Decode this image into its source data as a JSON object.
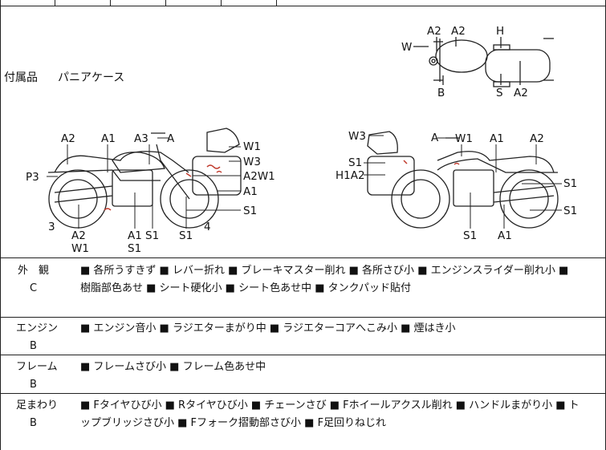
{
  "accessories": {
    "label": "付属品",
    "value": "パニアケース"
  },
  "diagram": {
    "top_labels": [
      "W",
      "A2",
      "A2",
      "H",
      "B",
      "S",
      "A2"
    ],
    "left_labels": [
      "A2",
      "A1",
      "A3",
      "A",
      "W1",
      "W3",
      "A2W1",
      "A1",
      "S1",
      "P3",
      "3",
      "A2",
      "W1",
      "A1",
      "S1",
      "S1",
      "S1",
      "4"
    ],
    "right_labels": [
      "W3",
      "A",
      "W1",
      "A1",
      "A2",
      "S1",
      "H1A2",
      "S1",
      "S1",
      "S1",
      "A1"
    ]
  },
  "sections": [
    {
      "title": "外　観",
      "grade": "C",
      "line1": "■ 各所うすきず ■ レバー折れ ■ ブレーキマスター削れ ■ 各所さび小 ■ エンジンスライダー削れ小 ■",
      "line2": "樹脂部色あせ ■ シート硬化小 ■ シート色あせ中 ■ タンクパッド貼付"
    },
    {
      "title": "エンジン",
      "grade": "B",
      "line1": "■ エンジン音小 ■ ラジエターまがり中 ■ ラジエターコアへこみ小 ■ 煙はき小",
      "line2": ""
    },
    {
      "title": "フレーム",
      "grade": "B",
      "line1": "■ フレームさび小 ■ フレーム色あせ中",
      "line2": ""
    },
    {
      "title": "足まわり",
      "grade": "B",
      "line1": "■ Fタイヤひび小 ■ Rタイヤひび小 ■ チェーンさび ■ Fホイールアクスル削れ ■ ハンドルまがり小 ■ ト",
      "line2": "ップブリッジさび小 ■ Fフォーク摺動部さび小 ■ F足回りねじれ"
    }
  ]
}
